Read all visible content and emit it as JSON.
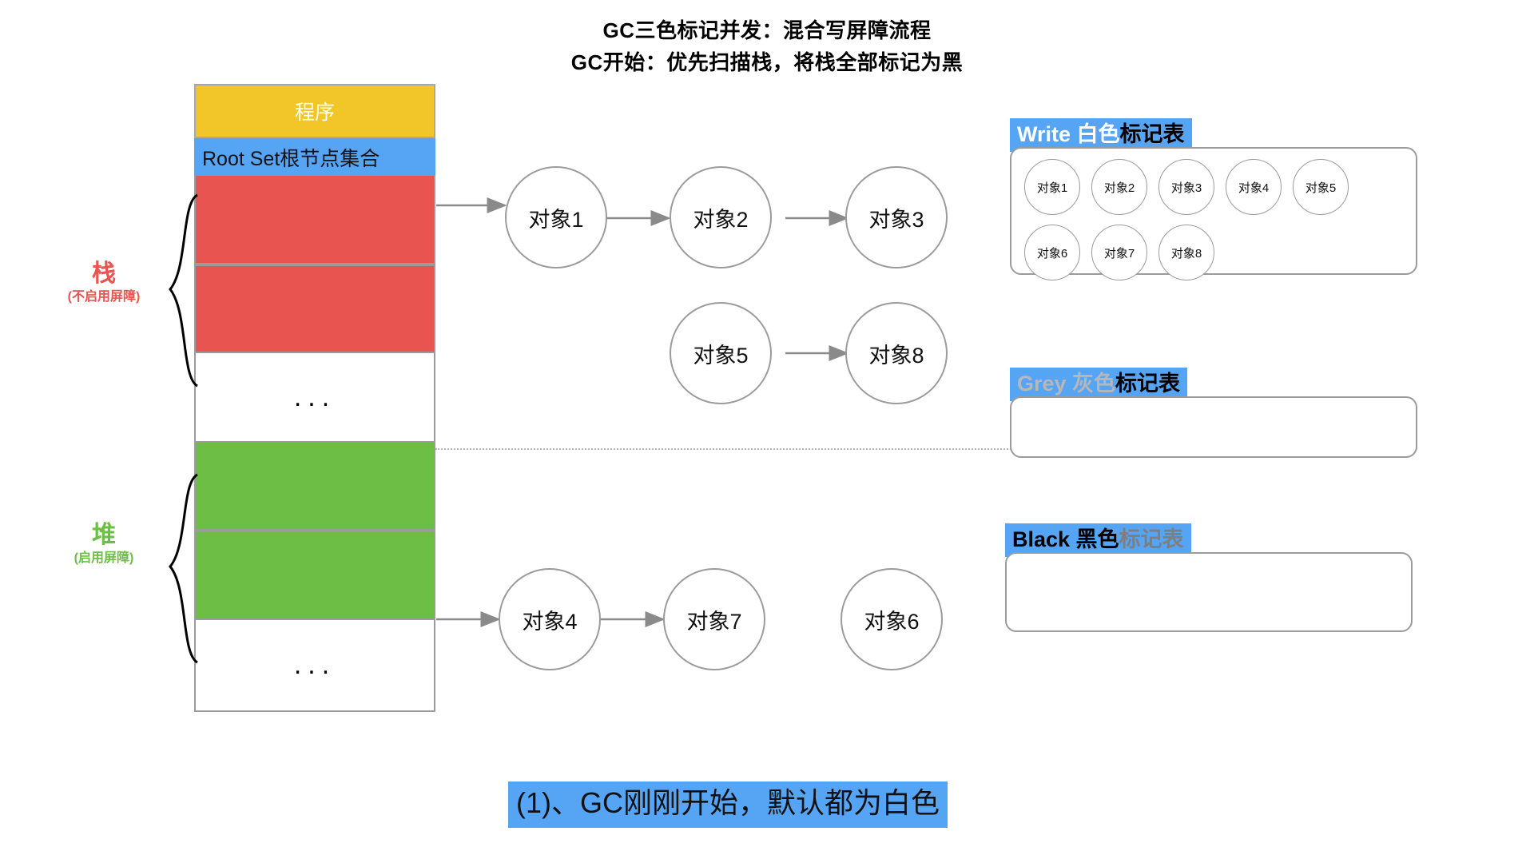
{
  "title": {
    "line1": "GC三色标记并发：混合写屏障流程",
    "line2": "GC开始：优先扫描栈，将栈全部标记为黑"
  },
  "memory": {
    "program_label": "程序",
    "rootset_label": "Root Set根节点集合",
    "ellipsis_stack": "...",
    "ellipsis_heap": "...",
    "stack_brace": {
      "name": "栈",
      "note": "(不启用屏障)"
    },
    "heap_brace": {
      "name": "堆",
      "note": "(启用屏障)"
    }
  },
  "graph": {
    "nodes": [
      {
        "id": "obj1",
        "label": "对象1"
      },
      {
        "id": "obj2",
        "label": "对象2"
      },
      {
        "id": "obj3",
        "label": "对象3"
      },
      {
        "id": "obj5",
        "label": "对象5"
      },
      {
        "id": "obj8",
        "label": "对象8"
      },
      {
        "id": "obj4",
        "label": "对象4"
      },
      {
        "id": "obj7",
        "label": "对象7"
      },
      {
        "id": "obj6",
        "label": "对象6"
      }
    ]
  },
  "tables": {
    "white": {
      "header_en": "Write 白色",
      "header_cn": "标记表",
      "row1": [
        "对象1",
        "对象2",
        "对象3",
        "对象4",
        "对象5"
      ],
      "row2": [
        "对象6",
        "对象7",
        "对象8"
      ]
    },
    "grey": {
      "header_en": "Grey 灰色",
      "header_cn": "标记表",
      "row1": [],
      "row2": []
    },
    "black": {
      "header_en": "Black 黑色",
      "header_cn": "标记表",
      "row1": [],
      "row2": []
    }
  },
  "caption": "(1)、GC刚刚开始，默认都为白色",
  "colors": {
    "program": "#F2C628",
    "rootset": "#56A5F5",
    "stack": "#E8544F",
    "heap": "#6CBE45",
    "highlight": "#56A5F5",
    "grey_text": "#B7B7B7",
    "border": "#9b9b9b"
  }
}
